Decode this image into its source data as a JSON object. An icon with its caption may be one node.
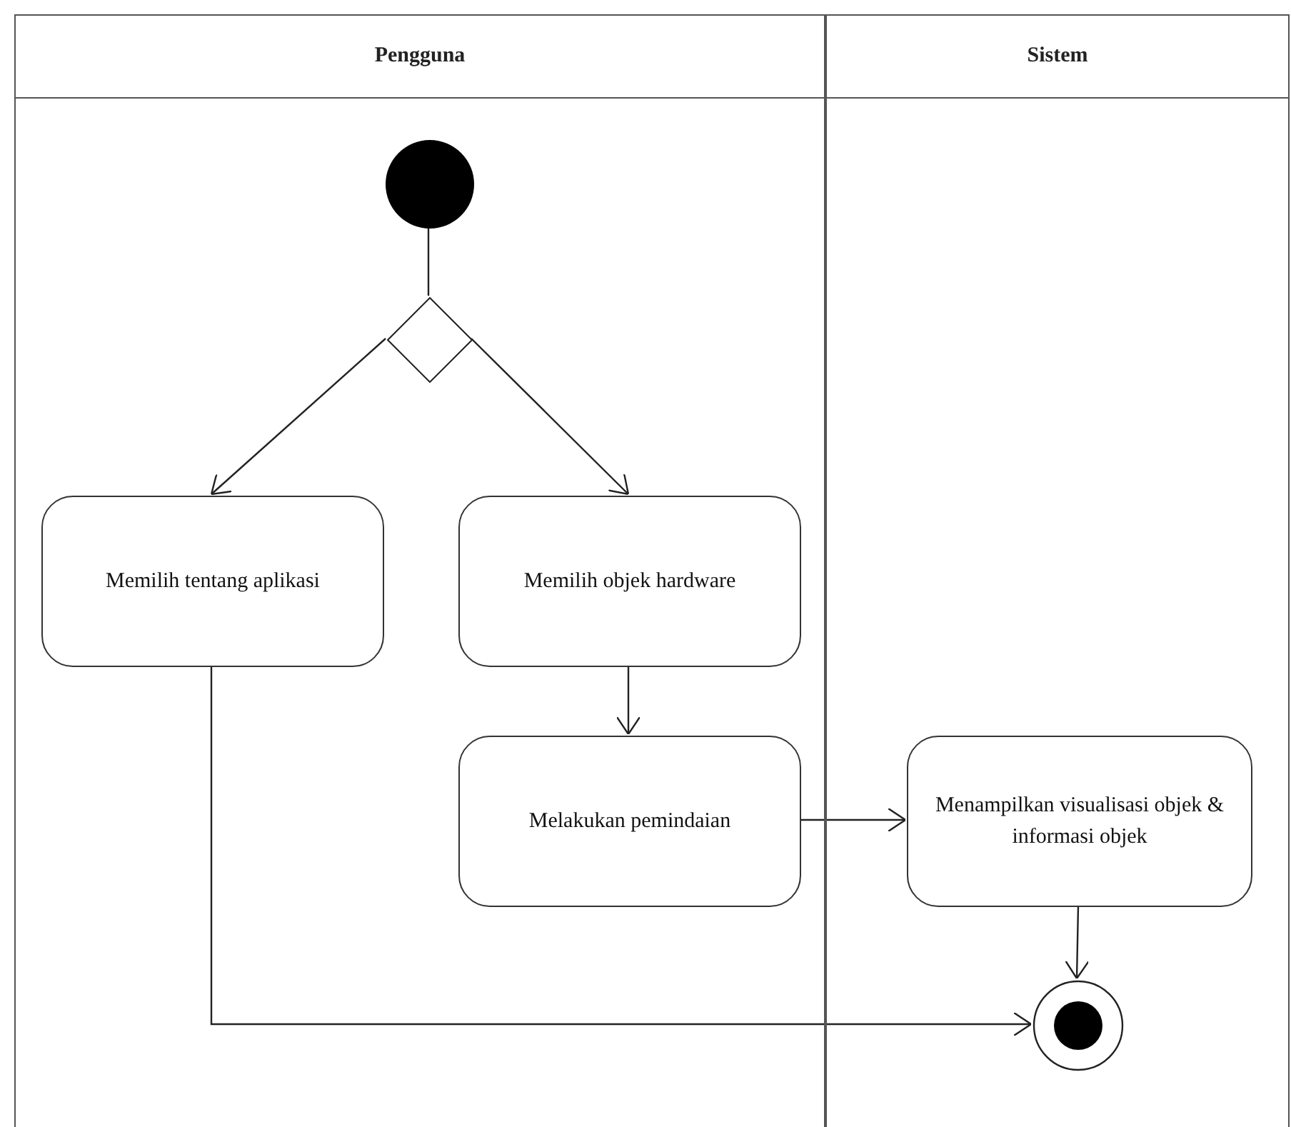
{
  "diagram": {
    "nodes": [
      {
        "text": [
          "Pengguna"
        ]
      },
      {
        "text": [
          "Sistem"
        ]
      },
      {
        "text": [],
        "shape": "circle",
        "in": 0
      },
      {
        "text": [],
        "shape": "diamond",
        "in": 0
      },
      {
        "text": [
          "Memilih tentang aplikasi"
        ],
        "in": 0
      },
      {
        "text": [
          "Memilih objek hardware"
        ],
        "in": 0
      },
      {
        "text": [
          "Melakukan pemindaian"
        ],
        "in": 0
      },
      {
        "text": [
          "Menampilkan visualisasi objek & informasi objek"
        ],
        "in": 1
      },
      {
        "text": [],
        "shape": "bullseye",
        "in": 1
      }
    ],
    "edges": [
      {
        "from": 2,
        "to": 3,
        "arrow": "none"
      },
      {
        "from": 3,
        "to": 4,
        "arrow": "to"
      },
      {
        "from": 3,
        "to": 5,
        "arrow": "to"
      },
      {
        "from": 5,
        "to": 6,
        "arrow": "to"
      },
      {
        "from": 6,
        "to": 7,
        "arrow": "to"
      },
      {
        "from": 7,
        "to": 8,
        "arrow": "to"
      },
      {
        "from": 4,
        "to": 8,
        "arrow": "to"
      }
    ]
  }
}
